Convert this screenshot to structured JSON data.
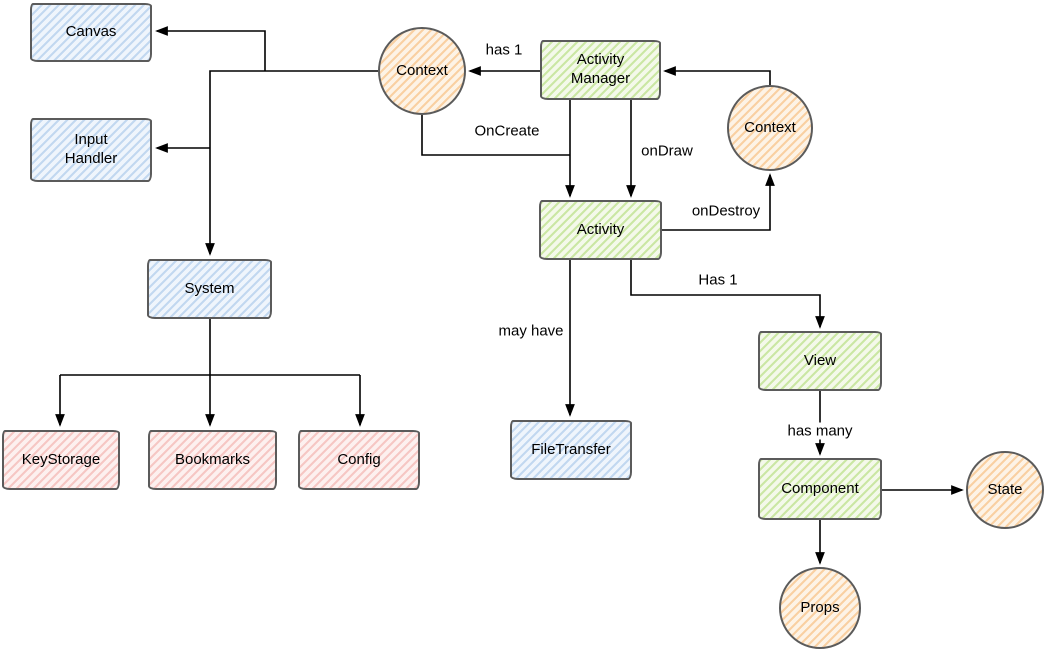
{
  "diagram": {
    "nodes": {
      "canvas": {
        "label": "Canvas",
        "shape": "rectangle",
        "color": "blue"
      },
      "input_handler": {
        "label": "Input\nHandler",
        "shape": "rectangle",
        "color": "blue"
      },
      "system": {
        "label": "System",
        "shape": "rectangle",
        "color": "blue"
      },
      "keystorage": {
        "label": "KeyStorage",
        "shape": "rectangle",
        "color": "red"
      },
      "bookmarks": {
        "label": "Bookmarks",
        "shape": "rectangle",
        "color": "red"
      },
      "config": {
        "label": "Config",
        "shape": "rectangle",
        "color": "red"
      },
      "context_left": {
        "label": "Context",
        "shape": "circle",
        "color": "orange"
      },
      "activity_manager": {
        "label": "Activity\nManager",
        "shape": "rectangle",
        "color": "green"
      },
      "context_right": {
        "label": "Context",
        "shape": "circle",
        "color": "orange"
      },
      "activity": {
        "label": "Activity",
        "shape": "rectangle",
        "color": "green"
      },
      "filetransfer": {
        "label": "FileTransfer",
        "shape": "rectangle",
        "color": "blue"
      },
      "view": {
        "label": "View",
        "shape": "rectangle",
        "color": "green"
      },
      "component": {
        "label": "Component",
        "shape": "rectangle",
        "color": "green"
      },
      "state": {
        "label": "State",
        "shape": "circle",
        "color": "orange"
      },
      "props": {
        "label": "Props",
        "shape": "circle",
        "color": "orange"
      }
    },
    "edge_labels": {
      "has_1": "has 1",
      "oncreate": "OnCreate",
      "ondraw": "onDraw",
      "ondestroy": "onDestroy",
      "has_1_view": "Has 1",
      "may_have": "may have",
      "has_many": "has many"
    },
    "edges": [
      {
        "from": "context_left",
        "to": "canvas",
        "label": ""
      },
      {
        "from": "context_left",
        "to": "input_handler",
        "label": ""
      },
      {
        "from": "context_left",
        "to": "system",
        "label": ""
      },
      {
        "from": "system",
        "to": "keystorage",
        "label": ""
      },
      {
        "from": "system",
        "to": "bookmarks",
        "label": ""
      },
      {
        "from": "system",
        "to": "config",
        "label": ""
      },
      {
        "from": "activity_manager",
        "to": "context_left",
        "label": "has 1"
      },
      {
        "from": "context_right",
        "to": "activity_manager",
        "label": ""
      },
      {
        "from": "context_left",
        "to": "activity",
        "label": "OnCreate"
      },
      {
        "from": "activity_manager",
        "to": "activity",
        "label": "onDraw"
      },
      {
        "from": "activity",
        "to": "context_right",
        "label": "onDestroy"
      },
      {
        "from": "activity",
        "to": "filetransfer",
        "label": "may have"
      },
      {
        "from": "activity",
        "to": "view",
        "label": "Has 1"
      },
      {
        "from": "view",
        "to": "component",
        "label": "has many"
      },
      {
        "from": "component",
        "to": "state",
        "label": ""
      },
      {
        "from": "component",
        "to": "props",
        "label": ""
      }
    ],
    "palette": {
      "blue_stripe": "#c2d8f0",
      "blue_bg": "#eff5fc",
      "green_stripe": "#cbe7a4",
      "green_bg": "#f4f9ea",
      "orange_stripe": "#f9d0a2",
      "orange_bg": "#fdf3e6",
      "red_stripe": "#f6c7c4",
      "red_bg": "#fdf0ef",
      "node_border": "#5b5b5b",
      "connector": "#000000",
      "text": "#000000"
    }
  }
}
